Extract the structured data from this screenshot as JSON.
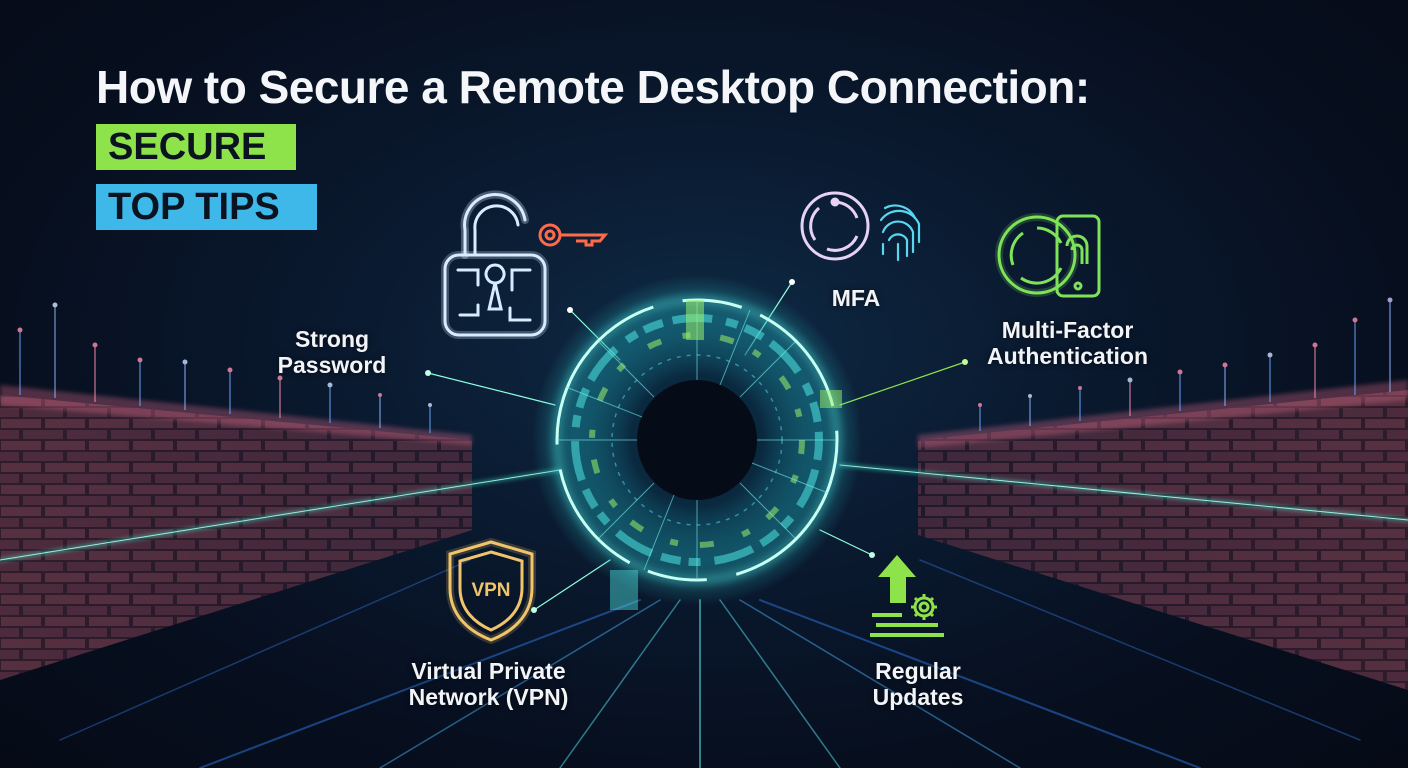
{
  "header": {
    "title": "How to Secure a Remote Desktop Connection:",
    "tag_secure": "SECURE",
    "tag_top_tips": "TOP TIPS"
  },
  "tips": [
    {
      "id": "strong-password",
      "label_lines": [
        "Strong",
        "Password"
      ],
      "icon": "padlock-key-icon",
      "color": "#cfe6ff",
      "accent": "#ff6a4a"
    },
    {
      "id": "mfa",
      "label_lines": [
        "MFA"
      ],
      "icon": "fingerprint-ring-icon",
      "color": "#e7d2f5",
      "accent": "#58d8f0"
    },
    {
      "id": "multi-factor-authentication",
      "label_lines": [
        "Multi-Factor",
        "Authentication"
      ],
      "icon": "phone-biometric-icon",
      "color": "#7fe35a"
    },
    {
      "id": "vpn",
      "label_lines": [
        "Virtual Private",
        "Network (VPN)"
      ],
      "icon": "vpn-shield-icon",
      "icon_text": "VPN",
      "color": "#f0c46a"
    },
    {
      "id": "regular-updates",
      "label_lines": [
        "Regular",
        "Updates"
      ],
      "icon": "update-arrow-gear-icon",
      "color": "#8fe34a"
    }
  ],
  "colors": {
    "background": "#070f1f",
    "portal_cyan": "#4fe3e0",
    "portal_green": "#9bf06a",
    "wall_brick": "#6b3a4a",
    "wall_glow": "#ff7a9a"
  }
}
